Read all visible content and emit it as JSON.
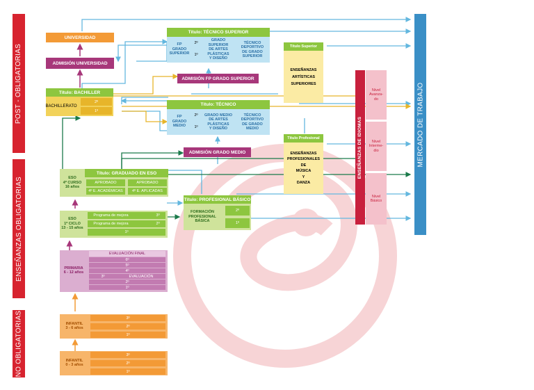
{
  "bands": {
    "post": "POST - OBLIGATORIAS",
    "ens": "ENSEÑANZAS OBLIGATORIAS",
    "no": "NO OBLIGATORIAS",
    "market": "MERCADO DE TRABAJO",
    "idiomas": "ENSEÑANZAS DE IDIOMAS"
  },
  "universidad": "UNIVERSIDAD",
  "adm_univ": "ADMISIÓN UNIVERSIDAD",
  "bach": {
    "title": "Título: BACHILLER",
    "name": "BACHILLERATO",
    "c2": "2º",
    "c1": "1º"
  },
  "tsup": {
    "title": "Título: TÉCNICO SUPERIOR",
    "fp": "FP\nGRADO\nSUPERIOR",
    "c2": "2º",
    "c1": "1º",
    "artes": "GRADO SUPERIOR\nDE ARTES\nPLÁSTICAS\nY DISEÑO",
    "dep": "TÉCNICO\nDEPORTIVO\nDE GRADO\nSUPERIOR"
  },
  "adm_fpgs": "ADMISIÓN FP GRADO SUPERIOR",
  "tec": {
    "title": "Título: TÉCNICO",
    "fp": "FP\nGRADO\nMEDIO",
    "c2": "2º",
    "c1": "1º",
    "artes": "GRADO MEDIO\nDE ARTES\nPLÁSTICAS\nY DISEÑO",
    "dep": "TÉCNICO\nDEPORTIVO\nDE GRADO\nMEDIO"
  },
  "adm_gm": "ADMISIÓN GRADO MEDIO",
  "tit_sup": {
    "title": "Título Superior",
    "body": "ENSEÑANZAS\nARTÍSTICAS\nSUPERIORES"
  },
  "tit_prof": {
    "title": "Título Profesional",
    "body": "ENSEÑANZAS\nPROFESIONALES\nDE\nMÚSICA\nY\nDANZA"
  },
  "niveles": {
    "avanzado": "Nivel\nAvanza-\ndo",
    "intermedio": "Nivel\nIntermе-\ndio",
    "basico": "Nivel\nBásico"
  },
  "eso4": {
    "name": "ESO\n4º CURSO\n16 años",
    "title": "Título: GRADUADO EN ESO",
    "ap1": "APROBADO",
    "ap2": "APROBADO",
    "acad": "4º E. ACADÉMICAS",
    "apl": "4º E. APLICADAS"
  },
  "pbasico": {
    "title": "Título: PROFESIONAL BÁSICO",
    "name": "FORMACIÓN\nPROFESIONAL\nBÁSICA",
    "c2": "2º",
    "c1": "1º"
  },
  "eso1": {
    "name": "ESO\n1º CICLO\n13 - 15 años",
    "pm1": "Programa de mejora",
    "pm2": "Programa de mejora",
    "c3": "3º",
    "c2": "2º",
    "c1": "1º"
  },
  "primaria": {
    "name": "PRIMARIA\n6 - 12 años",
    "eval": "EVALUACIÓN FINAL",
    "c6": "6º",
    "c5": "5º",
    "c4": "4º",
    "c3": "3º",
    "ev": "EVALUACIÓN",
    "c2": "2º",
    "c1": "1º"
  },
  "inf2": {
    "name": "INFANTIL\n3 - 6 años",
    "c3": "3º",
    "c2": "2º",
    "c1": "1º"
  },
  "inf1": {
    "name": "INFANTIL\n0 - 3 años",
    "c3": "3º",
    "c2": "2º",
    "c1": "1º"
  },
  "colors": {
    "red": "#d7232f",
    "blue": "#3a8fc6",
    "green": "#8dc63f",
    "orange": "#f39a36",
    "purple": "#a7377a"
  }
}
